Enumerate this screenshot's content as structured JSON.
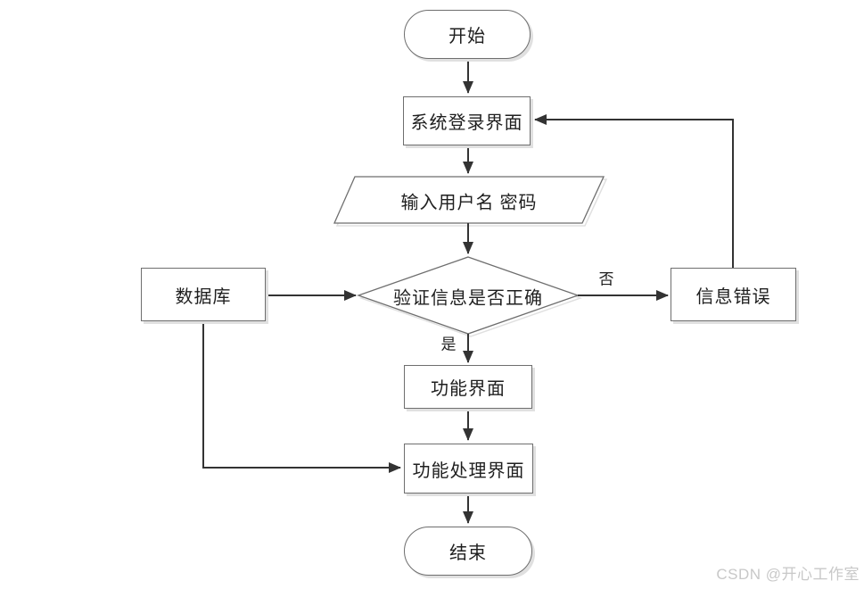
{
  "diagram": {
    "nodes": {
      "start": {
        "label": "开始",
        "type": "terminator"
      },
      "login": {
        "label": "系统登录界面",
        "type": "process"
      },
      "input": {
        "label": "输入用户名 密码",
        "type": "io"
      },
      "verify": {
        "label": "验证信息是否正确",
        "type": "decision"
      },
      "database": {
        "label": "数据库",
        "type": "process"
      },
      "error": {
        "label": "信息错误",
        "type": "process"
      },
      "function": {
        "label": "功能界面",
        "type": "process"
      },
      "function_process": {
        "label": "功能处理界面",
        "type": "process"
      },
      "end": {
        "label": "结束",
        "type": "terminator"
      }
    },
    "edge_labels": {
      "yes": "是",
      "no": "否"
    },
    "edges": [
      {
        "from": "开始",
        "to": "系统登录界面"
      },
      {
        "from": "系统登录界面",
        "to": "输入用户名 密码"
      },
      {
        "from": "输入用户名 密码",
        "to": "验证信息是否正确"
      },
      {
        "from": "数据库",
        "to": "验证信息是否正确"
      },
      {
        "from": "验证信息是否正确",
        "to": "信息错误",
        "label": "否"
      },
      {
        "from": "验证信息是否正确",
        "to": "功能界面",
        "label": "是"
      },
      {
        "from": "信息错误",
        "to": "系统登录界面"
      },
      {
        "from": "功能界面",
        "to": "功能处理界面"
      },
      {
        "from": "数据库",
        "to": "功能处理界面"
      },
      {
        "from": "功能处理界面",
        "to": "结束"
      }
    ],
    "colors": {
      "line": "#333333",
      "border": "#6e6e6e",
      "text": "#1f1f1f",
      "shadow": "#e0e0e0",
      "watermark": "#c8c8c8",
      "background": "#ffffff"
    }
  },
  "watermark": {
    "text": "CSDN @开心工作室"
  }
}
